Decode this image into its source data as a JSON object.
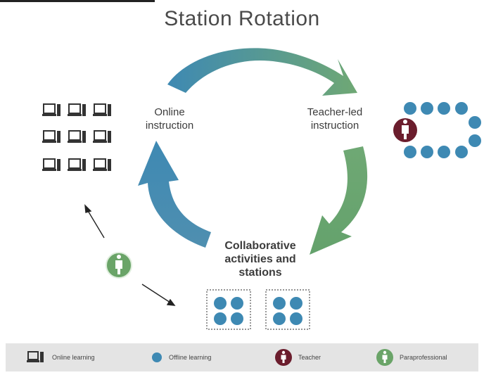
{
  "title": "Station Rotation",
  "labels": {
    "online": [
      "Online",
      "instruction"
    ],
    "teacher_led": [
      "Teacher-led",
      "instruction"
    ],
    "collaborative": [
      "Collaborative",
      "activities and",
      "stations"
    ]
  },
  "legend": [
    {
      "label": "Online learning",
      "icon": "computer-icon"
    },
    {
      "label": "Offline learning",
      "icon": "blue-dot-icon"
    },
    {
      "label": "Teacher",
      "icon": "teacher-icon"
    },
    {
      "label": "Paraprofessional",
      "icon": "paraprofessional-icon"
    }
  ],
  "colors": {
    "blue": "#3e89b3",
    "green": "#6fa874",
    "teacher": "#6b1d2d",
    "para": "#6aa468",
    "legend_bg": "#e4e4e4"
  }
}
